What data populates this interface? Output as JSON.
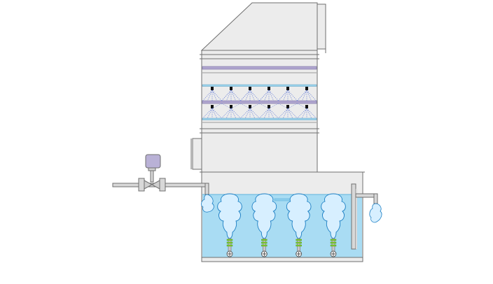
{
  "diagram": {
    "kind": "wet scrubber tower with water tank",
    "labels": [],
    "colors": {
      "background": "#ffffff",
      "stroke": "#6f6f6f",
      "shell_fill": "#ececec",
      "water": "#a9dcf3",
      "water_deep": "#8ecfee",
      "bubble": "#d7efff",
      "bubble_stroke": "#1c7fc4",
      "packing_band": "#b0a6cf",
      "spray_line": "#5e77d6",
      "pipe_fill": "#d8d8d8",
      "actuator_fill": "#b9b1d6",
      "nozzle_green": "#7fcf2f",
      "nozzle_black": "#111111"
    },
    "components": {
      "spray_nozzles": 6,
      "aerator_columns": 4,
      "inlet_pipe": true,
      "outlet_pipe": true,
      "control_valve": true
    }
  }
}
